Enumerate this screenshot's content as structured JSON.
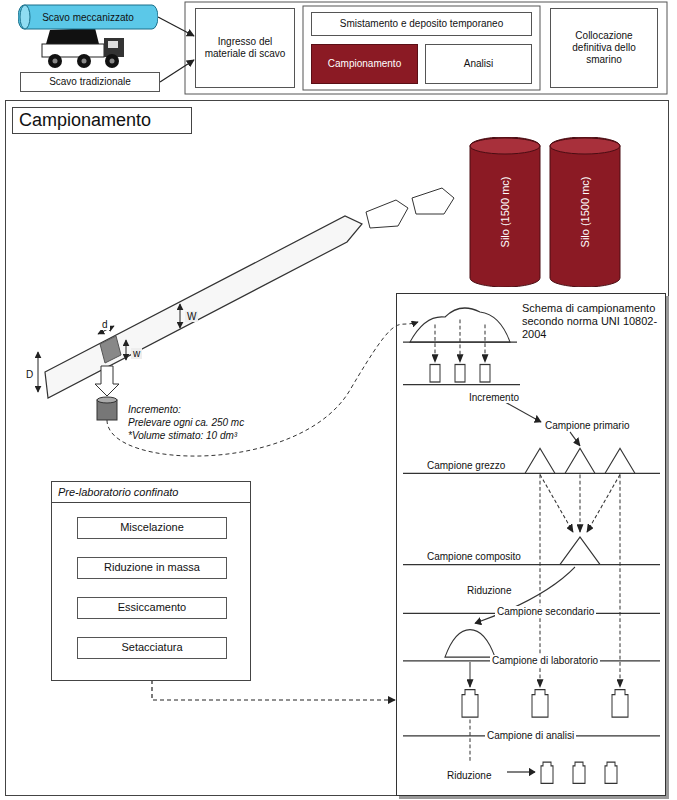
{
  "diagram": {
    "nodes": [
      {
        "text": [
          "Scavo meccanizzato"
        ]
      },
      {
        "text": [
          "Scavo tradizionale"
        ]
      },
      {
        "text": [
          "Ingresso del materiale di scavo"
        ]
      },
      {
        "text": [
          "Smistamento e deposito temporaneo"
        ]
      },
      {
        "text": [
          "Campionamento"
        ]
      },
      {
        "text": [
          "Analisi"
        ]
      },
      {
        "text": [
          "Collocazione definitiva dello smarino"
        ]
      },
      {
        "text": [
          "Campionamento"
        ]
      },
      {
        "text": [
          "Silo (1500 mc)"
        ],
        "in": 7
      },
      {
        "text": [
          "Silo (1500 mc)"
        ],
        "in": 7
      },
      {
        "text": [
          "Pre-laboratorio confinato"
        ],
        "in": 7
      },
      {
        "text": [
          "Miscelazione"
        ],
        "in": 10
      },
      {
        "text": [
          "Riduzione in massa"
        ],
        "in": 10
      },
      {
        "text": [
          "Essiccamento"
        ],
        "in": 10
      },
      {
        "text": [
          "Setacciatura"
        ],
        "in": 10
      },
      {
        "text": [
          "Schema di campionamento secondo norma UNI 10802-2004"
        ],
        "in": 7
      }
    ],
    "edges": [
      {
        "from": 0,
        "to": 2,
        "arrow": "to"
      },
      {
        "from": 1,
        "to": 2,
        "arrow": "to"
      },
      {
        "from": 11,
        "to": 12,
        "arrow": "to"
      },
      {
        "from": 12,
        "to": 13,
        "arrow": "to"
      },
      {
        "from": 13,
        "to": 14,
        "arrow": "to"
      },
      {
        "from": 14,
        "to": 15,
        "arrow": "to"
      }
    ],
    "labels": [
      "D",
      "d",
      "w",
      "W",
      "Incremento:",
      "Prelevare ogni ca. 250 mc",
      "*Volume stimato: 10 dm³",
      "Incremento",
      "Campione primario",
      "Campione grezzo",
      "Campione composito",
      "Riduzione",
      "Campione secondario",
      "Campione di laboratorio",
      "Campione di analisi",
      "Riduzione"
    ]
  }
}
